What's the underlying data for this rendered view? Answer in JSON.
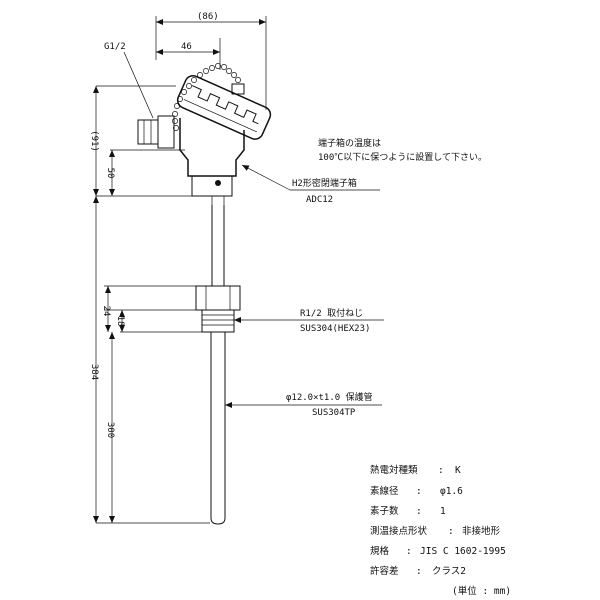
{
  "dimensions": {
    "top_width": "(86)",
    "head_width": "46",
    "thread_g": "G1/2",
    "head_height": "(91)",
    "head_lower": "50",
    "total_length": "384",
    "fitting_height": "24",
    "thread_length": "18",
    "insertion_length": "300"
  },
  "notes": {
    "temp_line1": "端子箱の温度は",
    "temp_line2": "100℃以下に保つように設置して下さい。"
  },
  "callouts": {
    "head_type": "H2形密閉端子箱",
    "head_material": "ADC12",
    "fitting_type": "R1/2  取付ねじ",
    "fitting_material": "SUS304(HEX23)",
    "tube_size": "φ12.0×t1.0 保護管",
    "tube_material": "SUS304TP"
  },
  "specs": [
    {
      "label": "熱電対種類",
      "value": "K"
    },
    {
      "label": "素線径",
      "value": "φ1.6"
    },
    {
      "label": "素子数",
      "value": "1"
    },
    {
      "label": "測温接点形状",
      "value": "非接地形"
    },
    {
      "label": "規格",
      "value": "JIS C 1602-1995"
    },
    {
      "label": "許容差",
      "value": "クラス2"
    }
  ],
  "unit_note": "(単位 : mm)"
}
